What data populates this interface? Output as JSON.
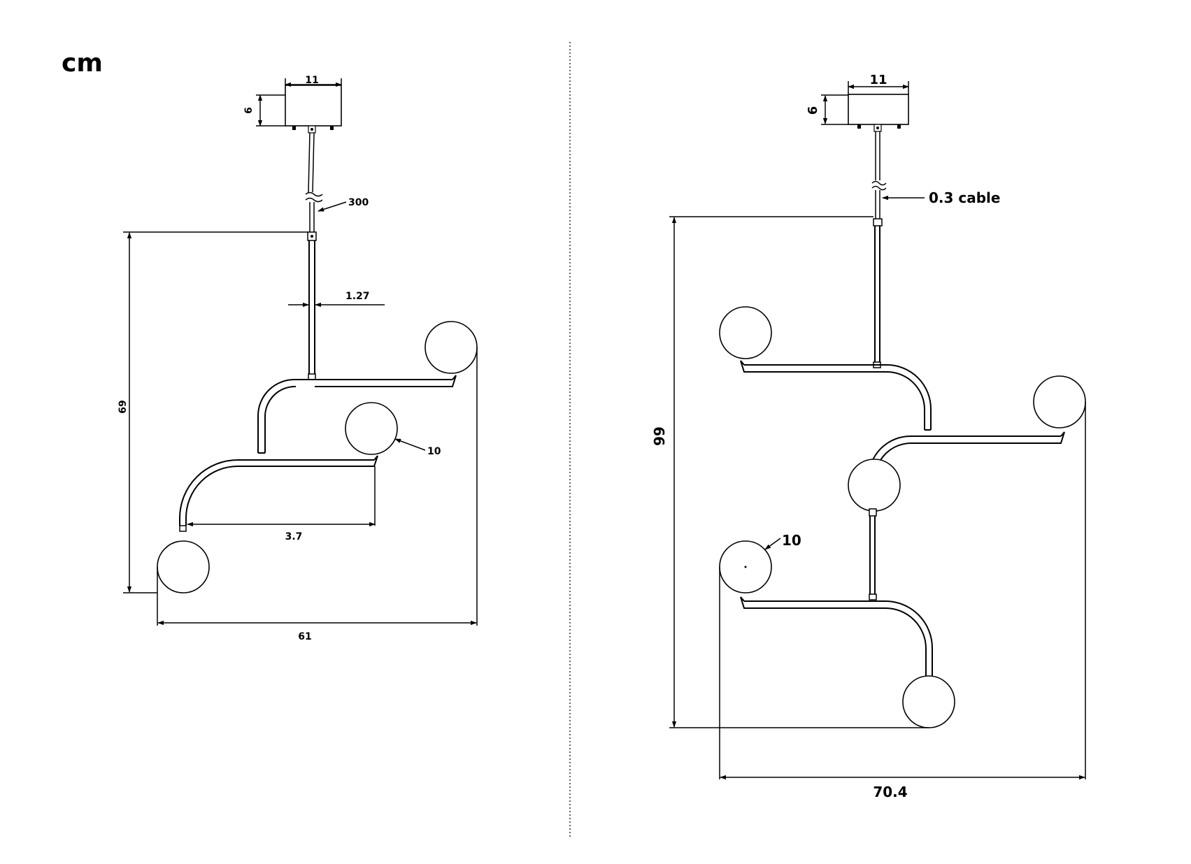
{
  "unit": "cm",
  "left_view": {
    "canopy_width": "11",
    "canopy_height": "6",
    "cable_length": "300",
    "rod_diameter": "1.27",
    "height": "69",
    "globe_diameter": "10",
    "arm_offset": "3.7",
    "width": "61"
  },
  "right_view": {
    "canopy_width": "11",
    "canopy_height": "6",
    "cable_label": "0.3 cable",
    "height": "99",
    "globe_diameter": "10",
    "width": "70.4"
  }
}
